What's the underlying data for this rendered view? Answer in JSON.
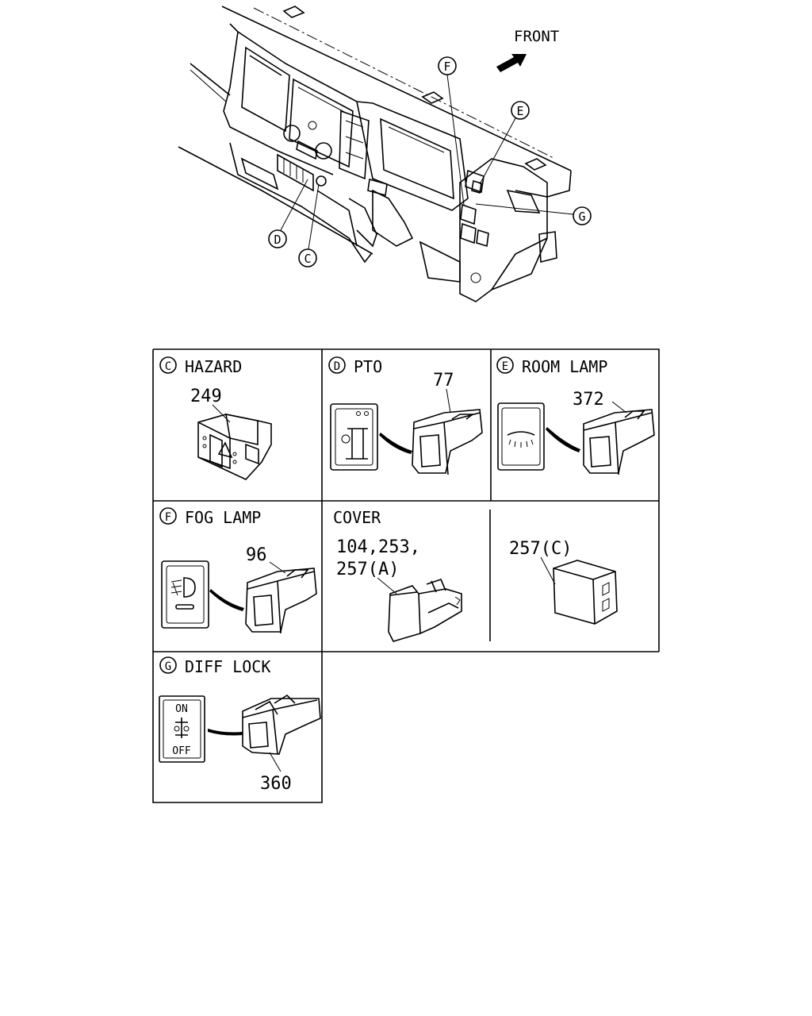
{
  "overview": {
    "front_label": "FRONT",
    "callouts": {
      "c": "C",
      "d": "D",
      "e": "E",
      "f": "F",
      "g": "G"
    }
  },
  "panels": {
    "hazard": {
      "letter": "C",
      "title": "HAZARD",
      "part": "249"
    },
    "pto": {
      "letter": "D",
      "title": "PTO",
      "part": "77"
    },
    "room_lamp": {
      "letter": "E",
      "title": "ROOM LAMP",
      "part": "372"
    },
    "fog_lamp": {
      "letter": "F",
      "title": "FOG LAMP",
      "part": "96"
    },
    "cover": {
      "title": "COVER",
      "part_line1": "104,253,",
      "part_line2": "257(A)",
      "part_c": "257(C)"
    },
    "diff_lock": {
      "letter": "G",
      "title": "DIFF LOCK",
      "part": "360",
      "on_text": "ON",
      "off_text": "OFF"
    }
  }
}
